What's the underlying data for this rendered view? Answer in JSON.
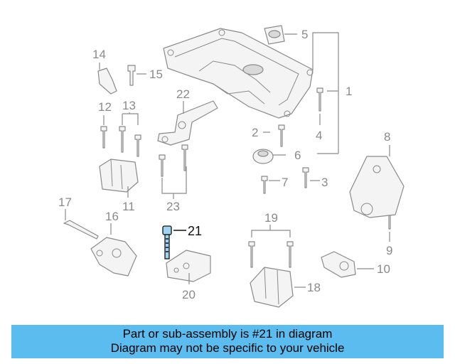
{
  "diagram": {
    "callouts": [
      "1",
      "2",
      "3",
      "4",
      "5",
      "6",
      "7",
      "8",
      "9",
      "10",
      "11",
      "12",
      "13",
      "14",
      "15",
      "16",
      "17",
      "18",
      "19",
      "20",
      "21",
      "22",
      "23"
    ],
    "highlighted": "21",
    "highlight_color": "#9fd3f0",
    "line_color": "#8a8a8a"
  },
  "banner": {
    "line1": "Part or sub-assembly is #21 in diagram",
    "line2": "Diagram may not be specific to your vehicle",
    "background": "#5bbcf0"
  }
}
